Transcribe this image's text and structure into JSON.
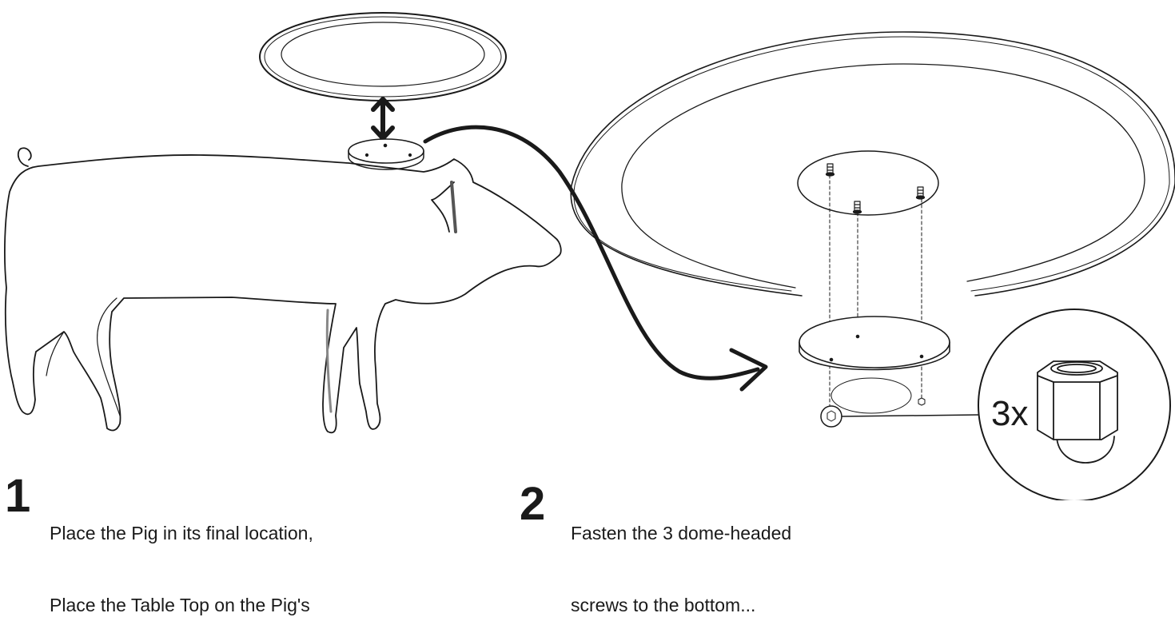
{
  "step1": {
    "number": "1",
    "lines": [
      "Place the Pig in its final location,",
      "Place the Table Top on the Pig's"
    ]
  },
  "step2": {
    "number": "2",
    "lines": [
      "Fasten the 3 dome-headed",
      "screws to the bottom..."
    ]
  },
  "callout": {
    "quantity": "3x",
    "part_icon": "dome-nut-icon"
  }
}
